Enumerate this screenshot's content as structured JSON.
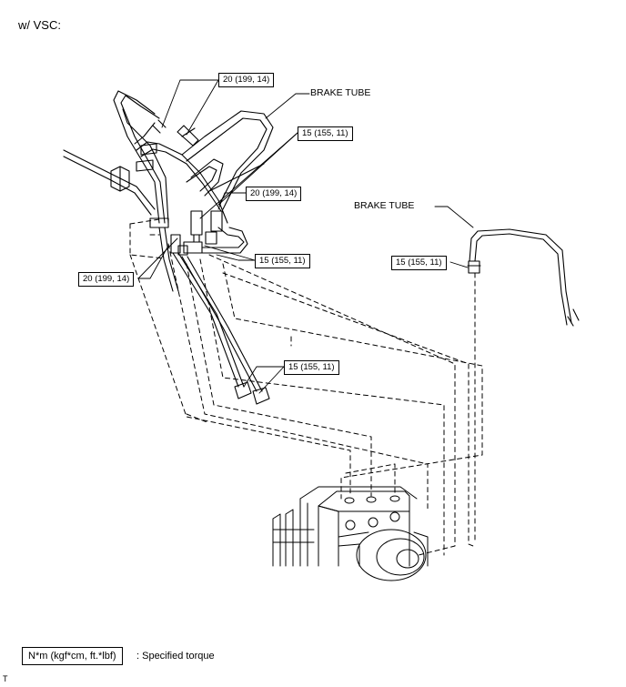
{
  "header": {
    "title": "w/ VSC:"
  },
  "callouts": {
    "brake_tube_1": "BRAKE TUBE",
    "brake_tube_2": "BRAKE TUBE"
  },
  "torque_labels": [
    "20 (199, 14)",
    "15 (155, 11)",
    "20 (199, 14)",
    "15 (155, 11)",
    "20 (199, 14)",
    "15 (155, 11)",
    "15 (155, 11)"
  ],
  "legend": {
    "unit_label": "N*m (kgf*cm, ft.*lbf)",
    "description": ": Specified torque"
  },
  "footer": {
    "code": "T"
  }
}
